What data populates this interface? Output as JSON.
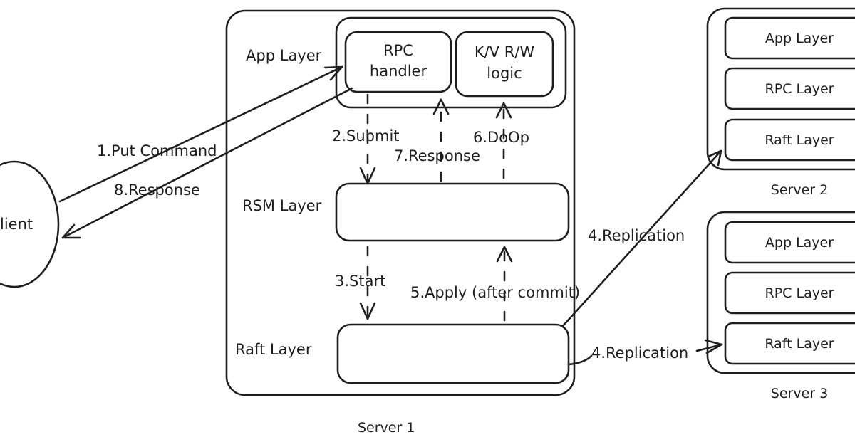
{
  "client": {
    "label": "lient"
  },
  "server1": {
    "caption": "Server 1",
    "app_layer_label": "App Layer",
    "rsm_layer_label": "RSM Layer",
    "raft_layer_label": "Raft Layer",
    "rpc_handler": {
      "line1": "RPC",
      "line2": "handler"
    },
    "kv_logic": {
      "line1": "K/V R/W",
      "line2": "logic"
    }
  },
  "server2": {
    "caption": "Server 2",
    "layers": [
      "App Layer",
      "RPC Layer",
      "Raft Layer"
    ]
  },
  "server3": {
    "caption": "Server 3",
    "layers": [
      "App Layer",
      "RPC Layer",
      "Raft Layer"
    ]
  },
  "arrows": {
    "put_command": "1.Put Command",
    "submit": "2.Submit",
    "start": "3.Start",
    "replication_s2": "4.Replication",
    "replication_s3": "4.Replication",
    "apply": "5.Apply (after commit)",
    "doop": "6.DoOp",
    "response_internal": "7.Response",
    "response_client": "8.Response"
  }
}
